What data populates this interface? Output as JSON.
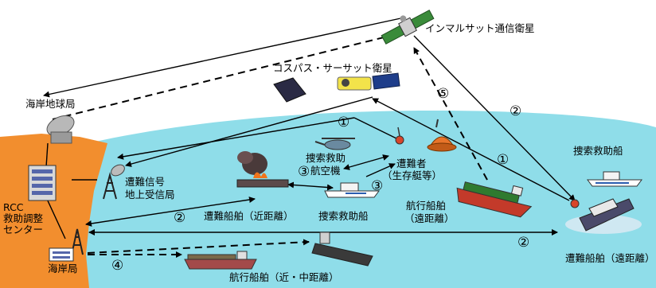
{
  "labels": {
    "inmarsat_satellite": "インマルサット通信衛星",
    "cospas_sarsat_satellite": "コスパス・サーサット衛星",
    "coast_earth_station": "海岸地球局",
    "distress_signal_ground_station_1": "遭難信号",
    "distress_signal_ground_station_2": "地上受信局",
    "rcc_1": "RCC",
    "rcc_2": "救助調整",
    "rcc_3": "センター",
    "coast_station": "海岸局",
    "sar_aircraft_1": "捜索救助",
    "sar_aircraft_2": "航空機",
    "survivor_1": "遭難者",
    "survivor_2": "（生存艇等）",
    "distress_ship_near": "遭難船舶（近距離）",
    "sar_ship_near": "捜索救助船",
    "passing_ship_far_1": "航行船舶",
    "passing_ship_far_2": "（遠距離）",
    "sar_ship_far": "捜索救助船",
    "distress_ship_far": "遭難船舶（遠距離）",
    "passing_ship_near_mid": "航行船舶（近・中距離）"
  },
  "markers": {
    "m1": "①",
    "m2": "②",
    "m3": "③",
    "m4": "④",
    "m5": "⑤"
  },
  "colors": {
    "sky": "#ffffff",
    "sea": "#8fdde9",
    "land": "#f28e2e"
  }
}
